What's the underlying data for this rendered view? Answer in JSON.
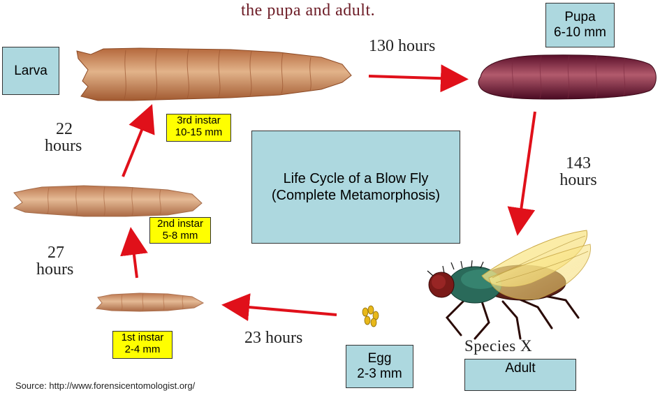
{
  "header_text": "the pupa and adult.",
  "labels": {
    "larva": "Larva",
    "pupa_title": "Pupa",
    "pupa_size": "6-10 mm",
    "center_line1": "Life Cycle of a Blow Fly",
    "center_line2": "(Complete Metamorphosis)",
    "egg_title": "Egg",
    "egg_size": "2-3 mm",
    "species": "Species X",
    "adult": "Adult"
  },
  "instars": {
    "third_line1": "3rd instar",
    "third_line2": "10-15 mm",
    "second_line1": "2nd instar",
    "second_line2": "5-8 mm",
    "first_line1": "1st instar",
    "first_line2": "2-4 mm"
  },
  "durations": {
    "larva_to_pupa": "130 hours",
    "pupa_to_adult_num": "143",
    "pupa_to_adult_unit": "hours",
    "second_to_third_num": "22",
    "second_to_third_unit": "hours",
    "first_to_second_num": "27",
    "first_to_second_unit": "hours",
    "egg_to_first": "23 hours"
  },
  "source": "Source: http://www.forensicentomologist.org/",
  "colors": {
    "arrow": "#e0101a",
    "box_fill": "#add8df",
    "instar_fill": "#ffff00",
    "header_text": "#6b1a24"
  }
}
